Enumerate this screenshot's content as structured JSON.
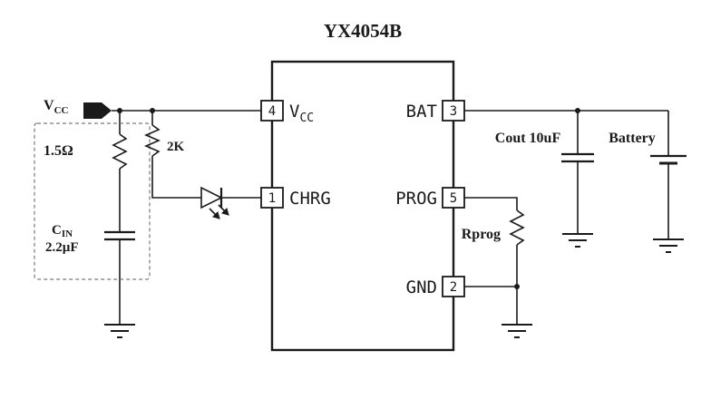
{
  "title": "YX4054B",
  "source": {
    "name_main": "V",
    "name_sub": "CC"
  },
  "ic": {
    "pin_vcc": {
      "number": "4",
      "name_main": "V",
      "name_sub": "CC"
    },
    "pin_chrg": {
      "number": "1",
      "name": "CHRG"
    },
    "pin_bat": {
      "number": "3",
      "name": "BAT"
    },
    "pin_prog": {
      "number": "5",
      "name": "PROG"
    },
    "pin_gnd": {
      "number": "2",
      "name": "GND"
    }
  },
  "input_network": {
    "resistor_value": "1.5Ω",
    "cap_name_main": "C",
    "cap_name_sub": "IN",
    "cap_value": "2.2µF",
    "led_resistor_value": "2K"
  },
  "output_network": {
    "output_cap_label": "Cout 10uF",
    "battery_label": "Battery",
    "prog_resistor_label": "Rprog"
  },
  "colors": {
    "line": "#1a1a1a",
    "background": "#ffffff",
    "dashed_outline": "#7a7a7a"
  }
}
